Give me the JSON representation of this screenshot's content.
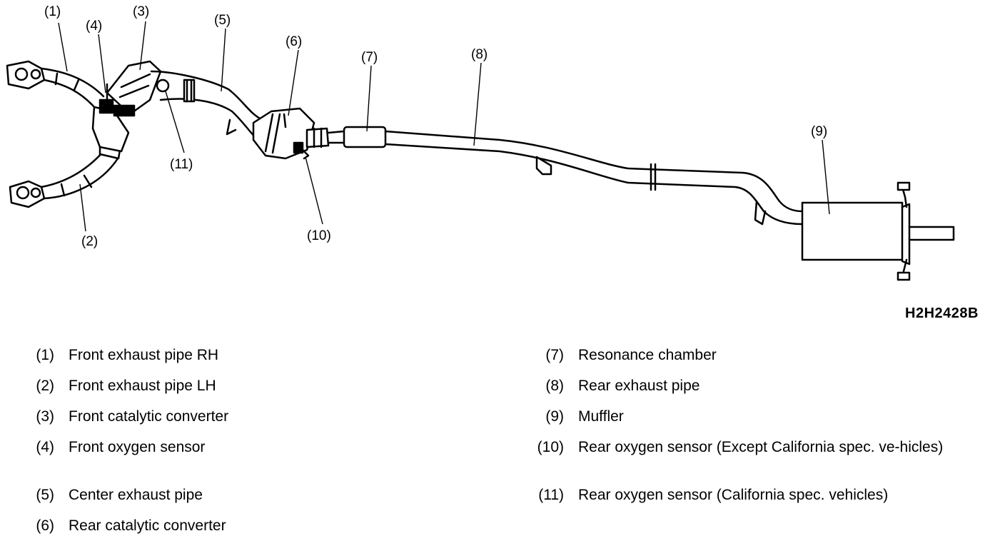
{
  "diagram": {
    "callouts": [
      "(1)",
      "(2)",
      "(3)",
      "(4)",
      "(5)",
      "(6)",
      "(7)",
      "(8)",
      "(9)",
      "(10)",
      "(11)"
    ],
    "code": "H2H2428B"
  },
  "legend": {
    "left": [
      {
        "num": "(1)",
        "text": "Front exhaust pipe RH"
      },
      {
        "num": "(2)",
        "text": "Front exhaust pipe LH"
      },
      {
        "num": "(3)",
        "text": "Front catalytic converter"
      },
      {
        "num": "(4)",
        "text": "Front oxygen sensor"
      },
      {
        "num": "(5)",
        "text": "Center exhaust pipe"
      },
      {
        "num": "(6)",
        "text": "Rear catalytic converter"
      }
    ],
    "right": [
      {
        "num": "(7)",
        "text": "Resonance chamber"
      },
      {
        "num": "(8)",
        "text": "Rear exhaust pipe"
      },
      {
        "num": "(9)",
        "text": "Muffler"
      },
      {
        "num": "(10)",
        "text": "Rear oxygen sensor (Except California spec. ve-hicles)"
      },
      {
        "num": "(11)",
        "text": "Rear oxygen sensor (California spec. vehicles)"
      }
    ]
  }
}
